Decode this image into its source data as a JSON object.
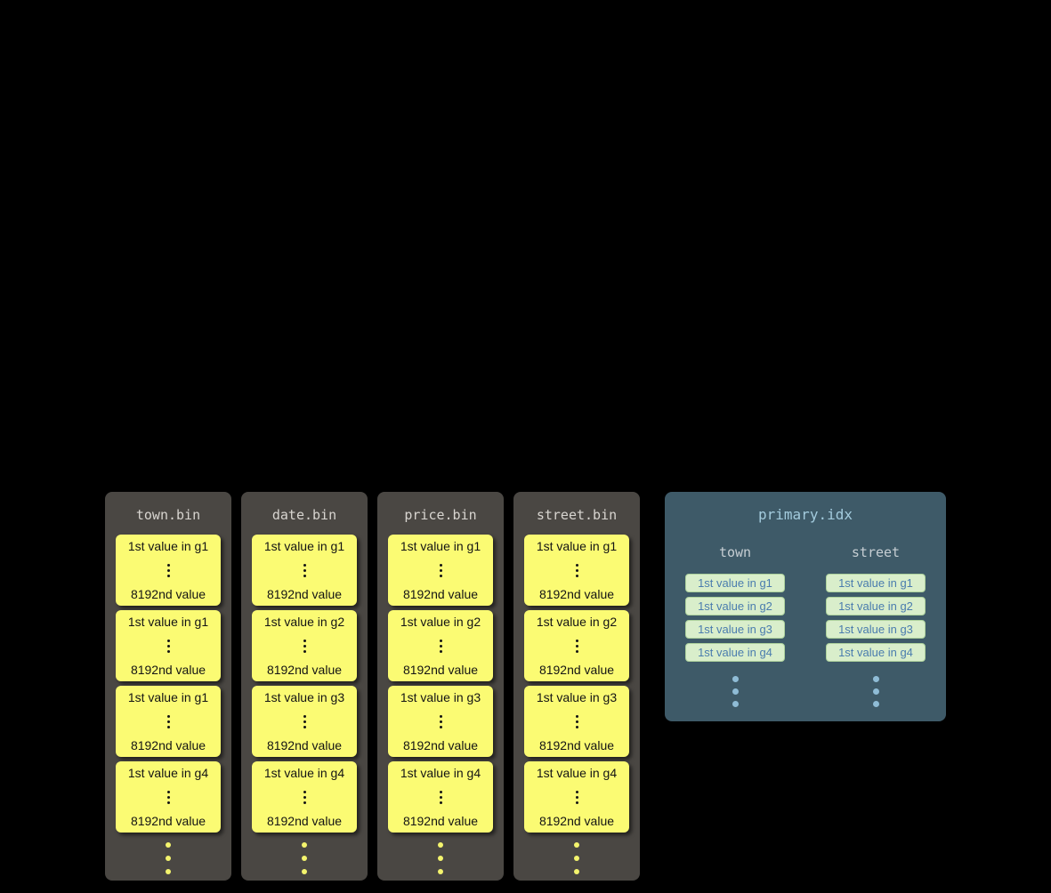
{
  "colors": {
    "background": "#000000",
    "bin_panel": "#4a4743",
    "bin_title_text": "#d8d5d0",
    "granule_bg": "#fbfb73",
    "granule_text": "#141414",
    "granule_ellipsis_dots": "#f4f46d",
    "idx_panel": "#3e5a68",
    "idx_title_text": "#a3cbdd",
    "idx_header_text": "#c6ced3",
    "idx_entry_bg": "#d9eecb",
    "idx_entry_text": "#4a7cae",
    "idx_ellipsis_dots": "#8fbcd6"
  },
  "bin_files": [
    {
      "title": "town.bin",
      "granules": [
        {
          "first": "1st value in g1",
          "last": "8192nd value"
        },
        {
          "first": "1st value in g1",
          "last": "8192nd value"
        },
        {
          "first": "1st value in g1",
          "last": "8192nd value"
        },
        {
          "first": "1st value in g4",
          "last": "8192nd value"
        }
      ]
    },
    {
      "title": "date.bin",
      "granules": [
        {
          "first": "1st value in g1",
          "last": "8192nd value"
        },
        {
          "first": "1st value in g2",
          "last": "8192nd value"
        },
        {
          "first": "1st value in g3",
          "last": "8192nd value"
        },
        {
          "first": "1st value in g4",
          "last": "8192nd value"
        }
      ]
    },
    {
      "title": "price.bin",
      "granules": [
        {
          "first": "1st value in g1",
          "last": "8192nd value"
        },
        {
          "first": "1st value in g2",
          "last": "8192nd value"
        },
        {
          "first": "1st value in g3",
          "last": "8192nd value"
        },
        {
          "first": "1st value in g4",
          "last": "8192nd value"
        }
      ]
    },
    {
      "title": "street.bin",
      "granules": [
        {
          "first": "1st value in g1",
          "last": "8192nd value"
        },
        {
          "first": "1st value in g2",
          "last": "8192nd value"
        },
        {
          "first": "1st value in g3",
          "last": "8192nd value"
        },
        {
          "first": "1st value in g4",
          "last": "8192nd value"
        }
      ]
    }
  ],
  "index_file": {
    "title": "primary.idx",
    "columns": [
      {
        "header": "town",
        "entries": [
          "1st value in g1",
          "1st value in g2",
          "1st value in g3",
          "1st value in g4"
        ]
      },
      {
        "header": "street",
        "entries": [
          "1st value in g1",
          "1st value in g2",
          "1st value in g3",
          "1st value in g4"
        ]
      }
    ]
  }
}
